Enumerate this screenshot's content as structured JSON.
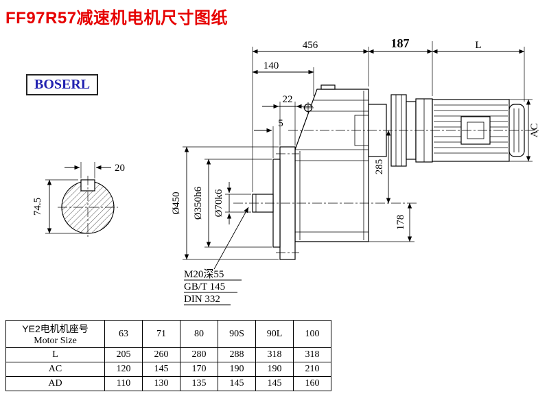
{
  "title": "FF97R57减速机电机尺寸图纸",
  "logo": "BOSERL",
  "drawing": {
    "dim_456": "456",
    "dim_187": "187",
    "dim_L": "L",
    "dim_140": "140",
    "dim_22": "22",
    "dim_5": "5",
    "dim_20": "20",
    "dim_74_5": "74.5",
    "dim_285": "285",
    "dim_178": "178",
    "dim_AC": "AC",
    "dia_450": "Ø450",
    "dia_350": "Ø350h6",
    "dia_70": "Ø70k6",
    "tap_note_1": "M20深55",
    "tap_note_2": "GB/T 145",
    "tap_note_3": "DIN 332"
  },
  "table": {
    "header_cn": "YE2电机机座号",
    "header_en": "Motor Size",
    "sizes": [
      "63",
      "71",
      "80",
      "90S",
      "90L",
      "100"
    ],
    "rows": [
      {
        "label": "L",
        "values": [
          "205",
          "260",
          "280",
          "288",
          "318",
          "318"
        ]
      },
      {
        "label": "AC",
        "values": [
          "120",
          "145",
          "170",
          "190",
          "190",
          "210"
        ]
      },
      {
        "label": "AD",
        "values": [
          "110",
          "130",
          "135",
          "145",
          "145",
          "160"
        ]
      }
    ]
  }
}
